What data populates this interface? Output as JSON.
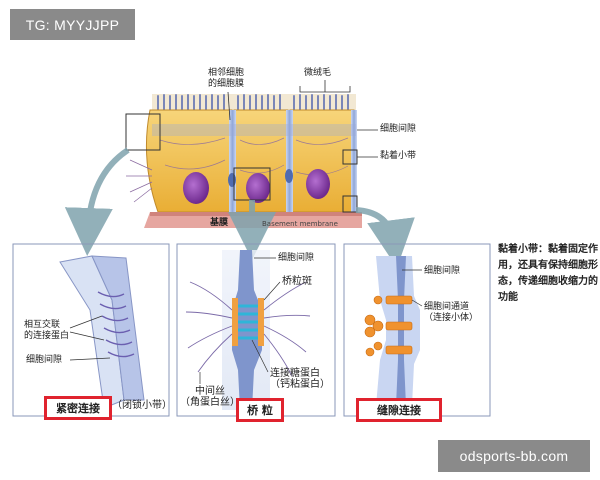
{
  "watermarks": {
    "top": "TG: MYYJJPP",
    "bottom": "odsports-bb.com"
  },
  "top_labels": {
    "adjacent_membrane": "相邻细胞\n的细胞膜",
    "microvilli": "微绒毛",
    "intercellular_space": "细胞间隙",
    "adhesion_belt": "黏着小带",
    "basement_text": "基膜",
    "basement_membrane": "Basement membrane"
  },
  "panel1": {
    "label_crosslink": "相互交联\n的连接蛋白",
    "label_space": "细胞间隙",
    "title": "紧密连接",
    "title_sub": "（闭锁小带）"
  },
  "panel2": {
    "label_space": "细胞间隙",
    "label_plaque": "桥粒斑",
    "label_protein": "连接糖蛋白\n（钙粘蛋白）",
    "label_filament": "中间丝\n（角蛋白丝）",
    "title": "桥 粒"
  },
  "panel3": {
    "label_space": "细胞间隙",
    "label_channel": "细胞间通道\n（连接小体）",
    "title": "缝隙连接"
  },
  "side_note": "黏着小带：黏着固定作用，还具有保持细胞形态，传递细胞收缩力的功能",
  "colors": {
    "cell_fill": "#f2c24e",
    "nucleus": "#8a3fa8",
    "membrane": "#7f95cc",
    "basement": "#e6a6a0",
    "highlight_box": "#e0232e",
    "arrow": "#7fa3ad"
  }
}
